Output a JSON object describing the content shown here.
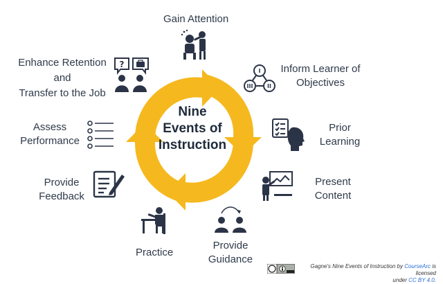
{
  "diagram": {
    "center": [
      "Nine",
      "Events of",
      "Instruction"
    ],
    "events": {
      "gain_attention": "Gain Attention",
      "inform": [
        "Inform Learner of",
        "Objectives"
      ],
      "prior": [
        "Prior",
        "Learning"
      ],
      "present": [
        "Present",
        "Content"
      ],
      "guidance": [
        "Provide",
        "Guidance"
      ],
      "practice": "Practice",
      "feedback": [
        "Provide",
        "Feedback"
      ],
      "assess": [
        "Assess",
        "Performance"
      ],
      "retention": [
        "Enhance Retention",
        "and",
        "Transfer to the Job"
      ]
    },
    "icon_marks": {
      "inform_steps": [
        "I",
        "III",
        "II"
      ],
      "retention_bubble": "?"
    },
    "colors": {
      "arrow": "#F5B81E",
      "icon": "#2b3447",
      "text": "#2f3a4a"
    }
  },
  "credit": {
    "prefix": "Gagne's Nine Events of Instruction by ",
    "author": "CourseArc",
    "middle": " is licensed",
    "line2_prefix": "under ",
    "license": "CC BY 4.0",
    "line2_suffix": "."
  }
}
